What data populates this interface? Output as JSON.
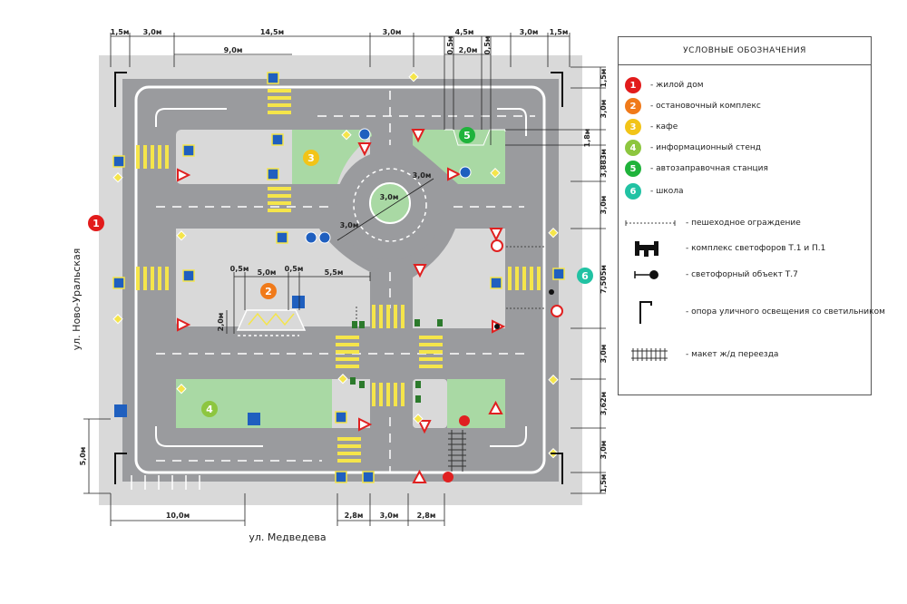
{
  "legend": {
    "title": "УСЛОВНЫЕ ОБОЗНАЧЕНИЯ",
    "objects": [
      {
        "num": "1",
        "color": "#e21b1b",
        "label": "- жилой дом"
      },
      {
        "num": "2",
        "color": "#f07a1a",
        "label": "- остановочный комплекс"
      },
      {
        "num": "3",
        "color": "#f2c418",
        "label": "- кафе"
      },
      {
        "num": "4",
        "color": "#8dc63f",
        "label": "- информационный стенд"
      },
      {
        "num": "5",
        "color": "#1fb33b",
        "label": "- автозаправочная станция"
      },
      {
        "num": "6",
        "color": "#21c2a3",
        "label": "- школа"
      }
    ],
    "symbols": [
      {
        "icon": "pedestrian-fence-icon",
        "label": "- пешеходное ограждение"
      },
      {
        "icon": "traffic-light-complex-icon",
        "label": "- комплекс светофоров Т.1 и П.1"
      },
      {
        "icon": "traffic-light-t7-icon",
        "label": "- светофорный объект Т.7"
      },
      {
        "icon": "street-lamp-icon",
        "label": "- опора уличного освещения со светильником"
      },
      {
        "icon": "railway-crossing-icon",
        "label": "- макет ж/д переезда"
      }
    ]
  },
  "streets": {
    "left": "ул. Ново-Уральская",
    "bottom": "ул. Медведева"
  },
  "dimensions": {
    "top": [
      "1,5м",
      "3,0м",
      "14,5м",
      "9,0м",
      "3,0м",
      "0,5м",
      "4,5м",
      "2,0м",
      "0,5м",
      "3,0м",
      "1,5м"
    ],
    "right": [
      "1,5м",
      "3,0м",
      "1,8м",
      "3,883м",
      "3,0м",
      "7,505м",
      "3,0м",
      "3,62м",
      "3,0м",
      "1,5м"
    ],
    "bottom": [
      "10,0м",
      "2,8м",
      "3,0м",
      "2,8м"
    ],
    "left": [
      "5,0м"
    ],
    "inner": [
      "0,5м",
      "5,0м",
      "0,5м",
      "5,5м",
      "2,0м",
      "3,0м",
      "3,0м",
      "3,0м"
    ]
  },
  "zones": [
    "1",
    "2",
    "3",
    "4",
    "5",
    "6"
  ],
  "colors": {
    "asphalt": "#9a9b9e",
    "sidewalk": "#d9d9d9",
    "green": "#a9d9a4",
    "crossing": "#f5e54a",
    "signBlue": "#1f5fbf",
    "signRed": "#e02020"
  }
}
